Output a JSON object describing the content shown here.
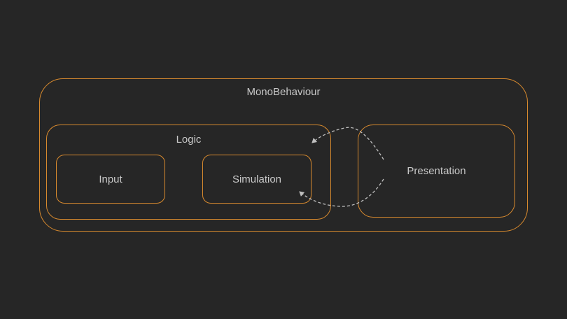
{
  "diagram": {
    "containers": {
      "monobehaviour": {
        "label": "MonoBehaviour"
      },
      "logic": {
        "label": "Logic"
      },
      "input": {
        "label": "Input"
      },
      "simulation": {
        "label": "Simulation"
      },
      "presentation": {
        "label": "Presentation"
      }
    },
    "connectors": [
      {
        "from": "presentation",
        "to": "logic",
        "style": "dashed"
      },
      {
        "from": "presentation",
        "to": "simulation",
        "style": "dashed"
      }
    ],
    "colors": {
      "background": "#262626",
      "border": "#d88a2e",
      "text": "#c8c8c8",
      "arrow": "#bfbfbf"
    }
  }
}
